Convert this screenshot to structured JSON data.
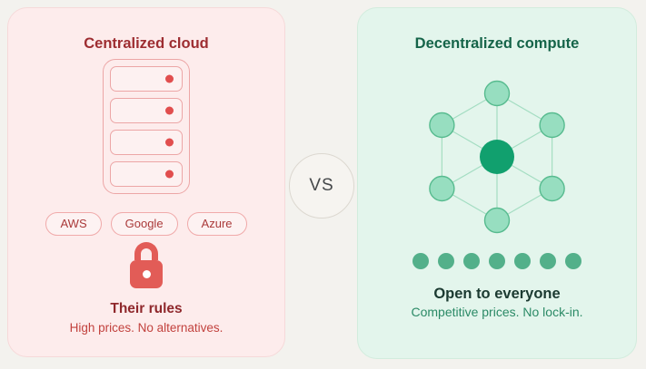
{
  "page": {
    "colors": {
      "background": "#f3f2ee",
      "vs_bg": "#f6f4f0",
      "vs_border": "#dcd8d0",
      "vs_text": "#45484a"
    }
  },
  "vs_badge": {
    "label": "VS"
  },
  "left_panel": {
    "title": "Centralized cloud",
    "server_rack": {
      "icon": "server-rack-icon",
      "slot_count": 4
    },
    "providers": [
      "AWS",
      "Google",
      "Azure"
    ],
    "lock": {
      "icon": "lock-icon"
    },
    "headline": "Their rules",
    "subtext": "High prices. No alternatives.",
    "colors": {
      "panel_bg": "#fdecec",
      "panel_border": "#f6d9d9",
      "title": "#9d2d31",
      "rack_border": "#eca6a6",
      "slot_bg": "#fdf1f1",
      "led": "#e14e4e",
      "pill_border": "#f0aaaa",
      "pill_bg": "#fdf2f2",
      "pill_text": "#aa3a3a",
      "accent": "#e25c57",
      "headline": "#8f282c",
      "subtext": "#c2423e"
    }
  },
  "right_panel": {
    "title": "Decentralized compute",
    "network": {
      "icon": "hexagon-network-icon",
      "outer_node_count": 6,
      "center_node_count": 1
    },
    "dots_row": {
      "count": 7
    },
    "headline": "Open to everyone",
    "subtext": "Competitive prices. No lock-in.",
    "colors": {
      "panel_bg": "#e3f5ec",
      "panel_border": "#d2ecdd",
      "title": "#156449",
      "node_fill": "#97dec0",
      "node_stroke": "#57bb8f",
      "center_node": "#11a06e",
      "edge": "#a4ddc2",
      "dot": "#53b08a",
      "headline": "#1b3a31",
      "subtext": "#2b8a66"
    }
  }
}
